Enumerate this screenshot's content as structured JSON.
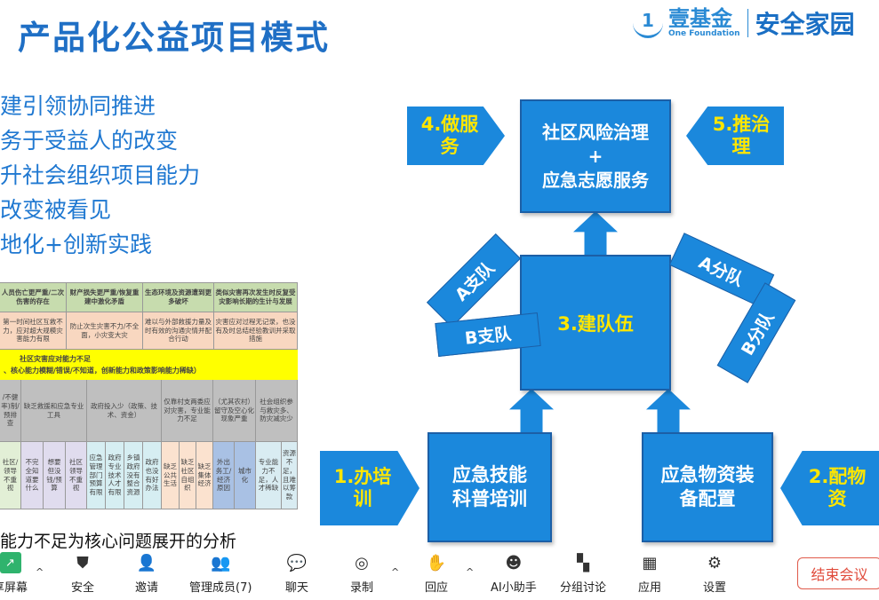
{
  "slide": {
    "title": "产品化公益项目模式",
    "logo": {
      "cn": "壹基金",
      "en": "One Foundation",
      "brand": "安全家园",
      "mark": "1"
    },
    "bullets": [
      "建引领协同推进",
      "务于受益人的改变",
      "升社会组织项目能力",
      "改变被看见",
      "地化+创新实践"
    ],
    "caption": "能力不足为核心问题展开的分析",
    "table": {
      "top_headers": [
        "人员伤亡更严重/二次伤害的存在",
        "财产损失更严重/恢复重建中激化矛盾",
        "生态环境及资源遭到更多破坏",
        "类似灾害再次发生时反复受灾影响长期的生计与发展"
      ],
      "top_causes": [
        "第一时间社区互救不力，应对超大规模灾害能力有限",
        "防止次生灾害不力/不全面，小灾变大灾",
        "难以与外部救援力量及时有效的沟通灾情并配合行动",
        "灾害应对过程无记录，也没有及时总结经验教训并采取措施"
      ],
      "core_problem": [
        "社区灾害应对能力不足",
        "、核心能力模糊/错误/不知道，创新能力和政策影响能力稀缺）"
      ],
      "mid_headers": [
        "/不健率)制/预排查",
        "缺乏救援和应急专业工具",
        "政府投入少（政策、技术、资金）",
        "仅靠村支两委应对灾害，专业能力不足",
        "（尤其农村）留守及空心化现象严重",
        "社会组织参与救灾多、防灾减灾少"
      ],
      "leaves": [
        "社区/领导不重视",
        "不完全知道要什么",
        "想要但没钱/预算",
        "社区领导不重视",
        "应急管理部门预算有限",
        "政府专业技术人才有限",
        "乡镇政府没有整合资源",
        "政府也没有好办法",
        "缺乏公共生活",
        "缺乏社区自组织",
        "缺乏集体经济",
        "外出务工/经济原因",
        "城市化",
        "专业能力不足，人才稀缺",
        "资源不足，且难以筹款"
      ]
    },
    "diagram": {
      "top_box": [
        "社区风险治理",
        "+",
        "应急志愿服务"
      ],
      "center_box": "3.建队伍",
      "left_box": [
        "应急技能",
        "科普培训"
      ],
      "right_box": [
        "应急物资装",
        "备配置"
      ],
      "arrow_4": [
        "4.做服",
        "务"
      ],
      "arrow_5": [
        "5.推治",
        "理"
      ],
      "arrow_1": [
        "1.办培",
        "训"
      ],
      "arrow_2": [
        "2.配物",
        "资"
      ],
      "tag_a_team": "A支队",
      "tag_b_team": "B支队",
      "tag_a_squad": "A分队",
      "tag_b_squad": "B分队"
    }
  },
  "toolbar": {
    "items": [
      {
        "label": "享屏幕",
        "icon": "share-screen-icon"
      },
      {
        "label": "安全",
        "icon": "shield-icon"
      },
      {
        "label": "邀请",
        "icon": "invite-user-icon"
      },
      {
        "label": "管理成员(7)",
        "icon": "members-icon"
      },
      {
        "label": "聊天",
        "icon": "chat-icon"
      },
      {
        "label": "录制",
        "icon": "record-icon"
      },
      {
        "label": "回应",
        "icon": "reaction-icon"
      },
      {
        "label": "AI小助手",
        "icon": "ai-assistant-icon"
      },
      {
        "label": "分组讨论",
        "icon": "breakout-icon"
      },
      {
        "label": "应用",
        "icon": "apps-icon"
      },
      {
        "label": "设置",
        "icon": "gear-icon"
      }
    ],
    "end_meeting": "结束会议"
  }
}
